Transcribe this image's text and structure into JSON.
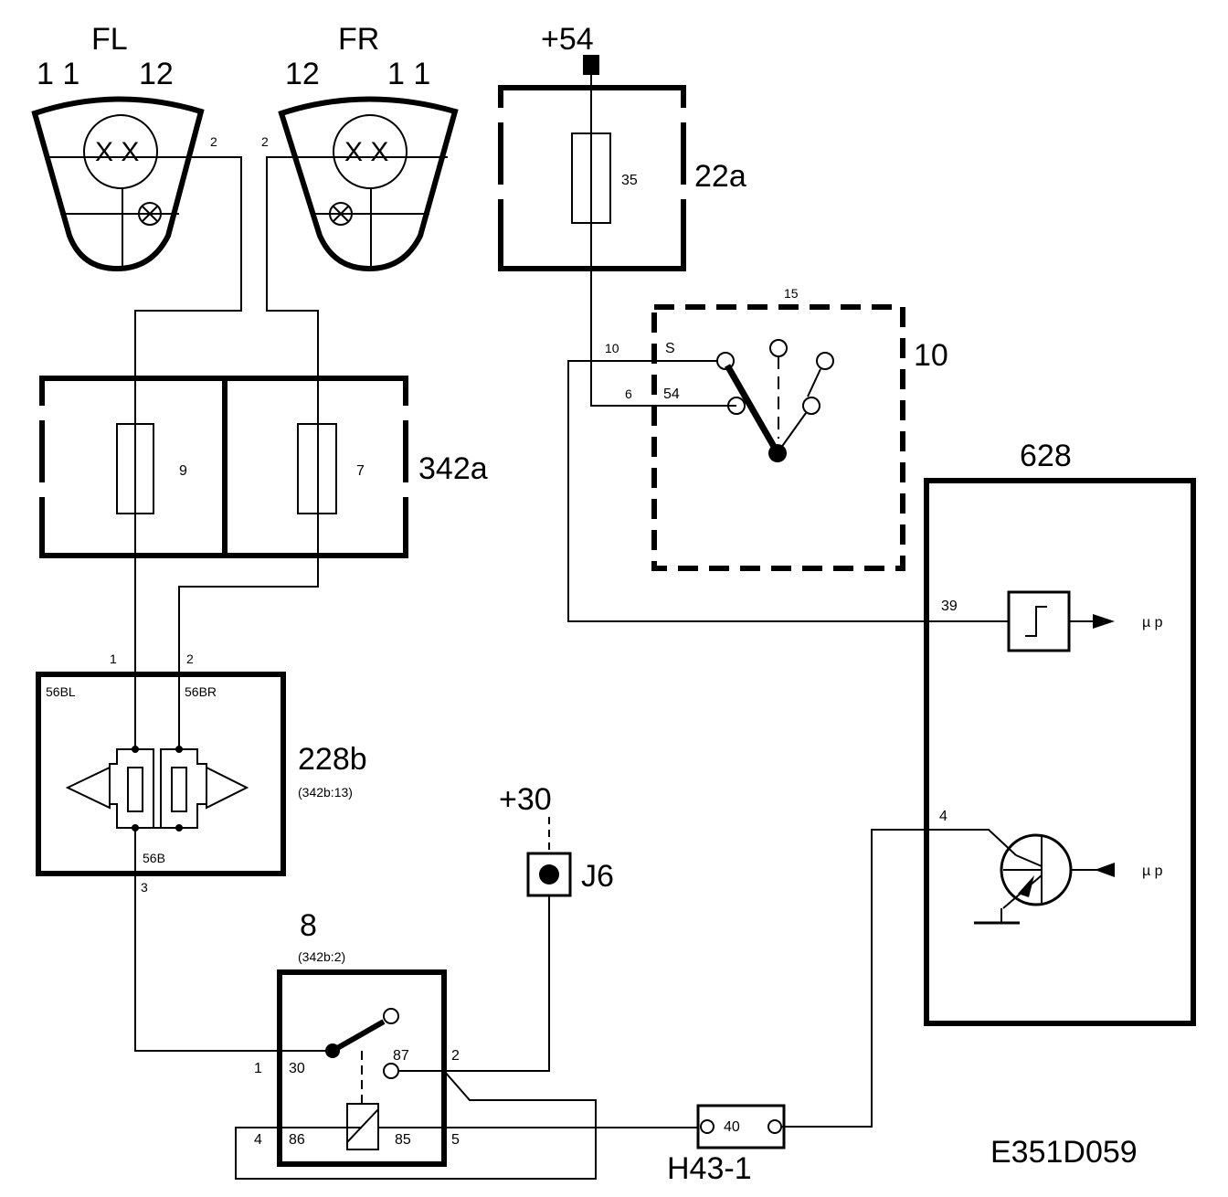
{
  "lamps": {
    "fl": {
      "name": "FL",
      "pin_left": "1 1",
      "pin_right": "12",
      "pin_out": "2"
    },
    "fr": {
      "name": "FR",
      "pin_left": "12",
      "pin_right": "1 1",
      "pin_out": "2"
    }
  },
  "supply54": {
    "label": "+54"
  },
  "fusebox22a": {
    "label": "22a",
    "fuse": "35"
  },
  "fusebox342a": {
    "label": "342a",
    "fuse_left": "9",
    "fuse_right": "7"
  },
  "switch10": {
    "label": "10",
    "top": "15",
    "pin_s_num": "10",
    "pin_s": "S",
    "pin_54_num": "6",
    "pin_54": "54"
  },
  "flasher228b": {
    "label": "228b",
    "ref": "(342b:13)",
    "pin1": "1",
    "pin2": "2",
    "term_l": "56BL",
    "term_r": "56BR",
    "term_b": "56B",
    "pin3": "3"
  },
  "supply30": {
    "label": "+30",
    "connector": "J6"
  },
  "relay8": {
    "label": "8",
    "ref": "(342b:2)",
    "p30_num": "1",
    "p30": "30",
    "p87": "87",
    "p87_num": "2",
    "p86_num": "4",
    "p86": "86",
    "p85": "85",
    "p85_num": "5"
  },
  "connector_h43": {
    "label": "H43-1",
    "pin": "40"
  },
  "module628": {
    "label": "628",
    "pin39": "39",
    "pin4": "4",
    "up1": "µ p",
    "up2": "µ p"
  },
  "diagram_id": "E351D059"
}
